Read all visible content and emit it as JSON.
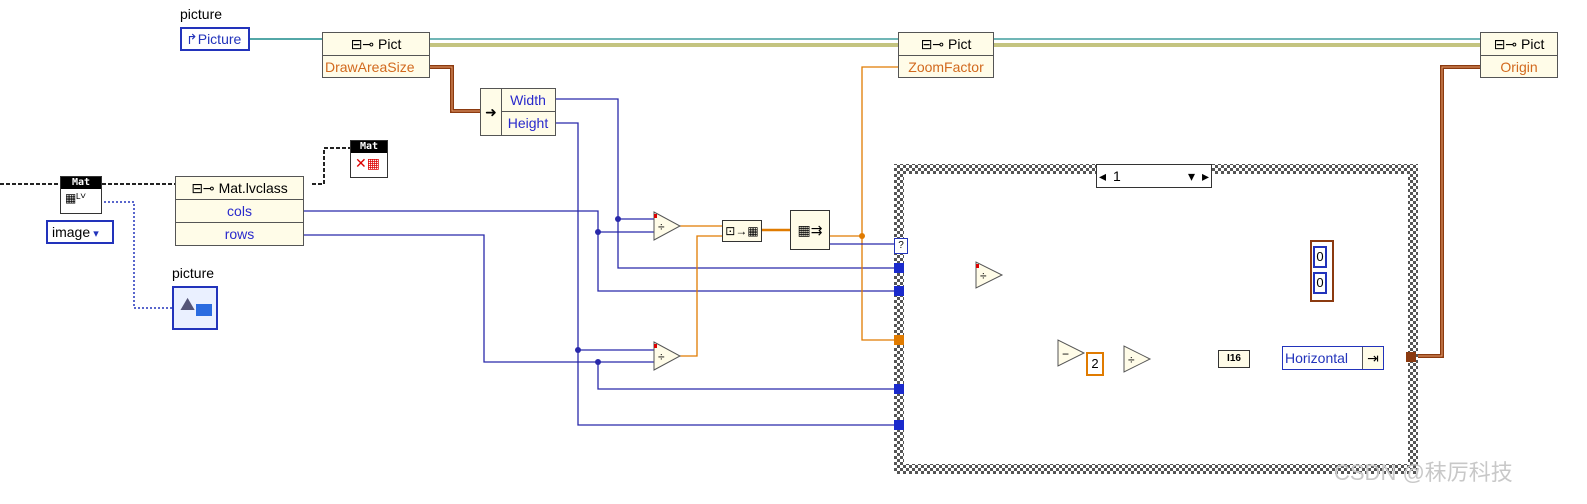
{
  "labels": {
    "picture_top": "picture",
    "picture_mid": "picture"
  },
  "controls": {
    "picture_ref": "Picture",
    "image_enum": "image",
    "case_value": "1",
    "const_two": "2",
    "cluster_x": "0",
    "cluster_y": "0",
    "i16": "I16"
  },
  "nodes": {
    "pict1": {
      "title": "Pict",
      "row": "DrawAreaSize"
    },
    "pict2": {
      "title": "Pict",
      "row": "ZoomFactor"
    },
    "pict3": {
      "title": "Pict",
      "row": "Origin"
    },
    "mat": {
      "title": "Mat.lvclass",
      "rows": [
        "cols",
        "rows"
      ]
    },
    "unbundle": {
      "rows": [
        "Width",
        "Height"
      ]
    },
    "horizontal": "Horizontal"
  },
  "tags": {
    "mat_a": "Mat",
    "mat_b": "Mat"
  },
  "watermark": "CSDN @秣厉科技"
}
